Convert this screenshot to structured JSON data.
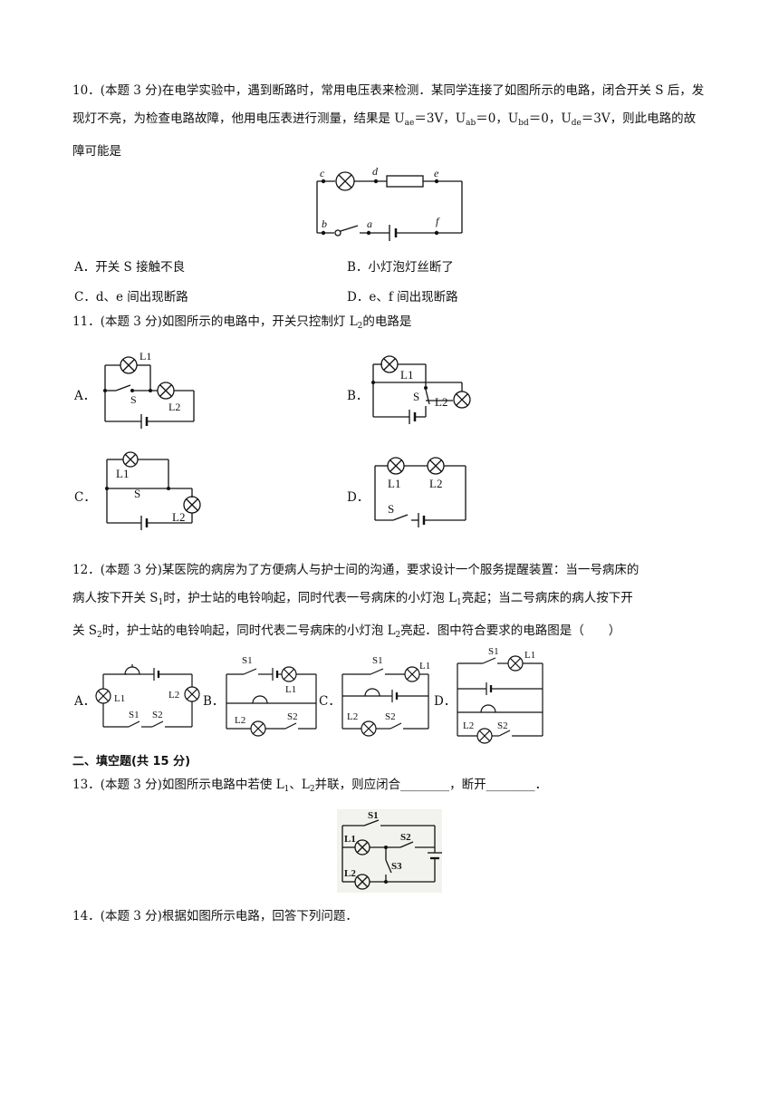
{
  "q10": {
    "number": "10．",
    "tag": "(本题 3 分)",
    "text_a": "在电学实验中，遇到断路时，常用电压表来检测．某同学连接了如图所示的电路，闭合开关 S 后，发现灯不亮，为检查电路故障，他用电压表进行测量，结果是 U",
    "sub_ae": "ae",
    "text_b": "＝3V，U",
    "sub_ab": "ab",
    "text_c": "＝0，U",
    "sub_bd": "bd",
    "text_d": "＝0，U",
    "sub_de": "de",
    "text_e": "＝3V，则此电路的故障可能是",
    "diagram_labels": {
      "c": "c",
      "d": "d",
      "e": "e",
      "b": "b",
      "a": "a",
      "f": "f"
    },
    "options": [
      {
        "letter": "A．",
        "text": "开关 S 接触不良"
      },
      {
        "letter": "B．",
        "text": "小灯泡灯丝断了"
      },
      {
        "letter": "C．",
        "text": "d、e 间出现断路"
      },
      {
        "letter": "D．",
        "text": "e、f 间出现断路"
      }
    ]
  },
  "q11": {
    "number": "11．",
    "tag": "(本题 3 分)",
    "text_a": "如图所示的电路中，开关只控制灯 L",
    "sub": "2",
    "text_b": "的电路是",
    "options": [
      "A．",
      "B．",
      "C．",
      "D．"
    ],
    "labels": {
      "L1": "L1",
      "L2": "L2",
      "S": "S"
    }
  },
  "q12": {
    "number": "12．",
    "tag": "(本题 3 分)",
    "line1": "某医院的病房为了方便病人与护士间的沟通，要求设计一个服务提醒装置：当一号病床的",
    "line2a": "病人按下开关 S",
    "line2b": "时，护士站的电铃响起，同时代表一号病床的小灯泡 L",
    "line2c": "亮起；当二号病床的病人按下开",
    "line3a": "关 S",
    "line3b": "时，护士站的电铃响起，同时代表二号病床的小灯泡 L",
    "line3c": "亮起．图中符合要求的电路图是（　　）",
    "sub1": "1",
    "sub2": "2",
    "options": [
      "A．",
      "B．",
      "C．",
      "D．"
    ],
    "labels": {
      "S1": "S1",
      "S2": "S2",
      "L1": "L1",
      "L2": "L2"
    }
  },
  "section2": {
    "title": "二、填空题(共 15 分)"
  },
  "q13": {
    "number": "13．",
    "tag": "(本题 3 分)",
    "text_a": "如图所示电路中若使 L",
    "sub1": "1",
    "text_b": "、L",
    "sub2": "2",
    "text_c": "并联，则应闭合________，断开________．",
    "labels": {
      "S1": "S1",
      "S2": "S2",
      "S3": "S3",
      "L1": "L1",
      "L2": "L2"
    }
  },
  "q14": {
    "number": "14．",
    "tag": "(本题 3 分)",
    "text": "根据如图所示电路，回答下列问题．"
  }
}
